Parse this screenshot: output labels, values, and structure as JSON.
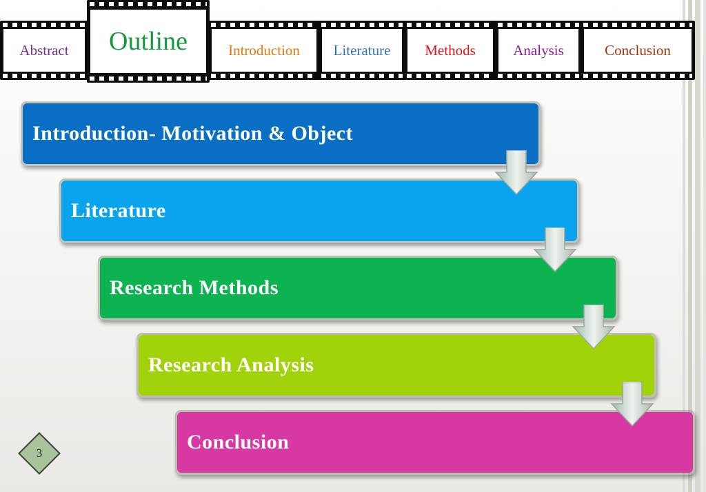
{
  "tabs": [
    {
      "label": "Abstract",
      "color": "#7a2d8f",
      "active": false
    },
    {
      "label": "Outline",
      "color": "#149a3e",
      "active": true
    },
    {
      "label": "Introduction",
      "color": "#e07a12",
      "active": false
    },
    {
      "label": "Literature",
      "color": "#2f73c0",
      "active": false
    },
    {
      "label": "Methods",
      "color": "#e0161a",
      "active": false
    },
    {
      "label": "Analysis",
      "color": "#8a1f9a",
      "active": false
    },
    {
      "label": "Conclusion",
      "color": "#a3360f",
      "active": false
    }
  ],
  "steps": [
    {
      "label": "Introduction- Motivation &  Object",
      "color": "#0a6fc4"
    },
    {
      "label": "Literature",
      "color": "#0aa4ee"
    },
    {
      "label": "Research Methods",
      "color": "#0db350"
    },
    {
      "label": "Research Analysis",
      "color": "#a2d30a"
    },
    {
      "label": "Conclusion",
      "color": "#d838a2"
    }
  ],
  "page_number": "3"
}
